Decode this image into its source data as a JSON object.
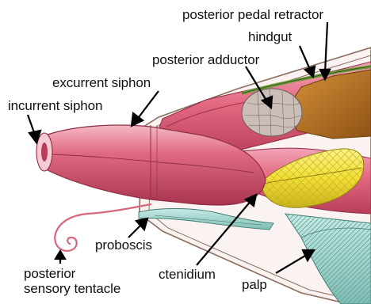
{
  "figure": {
    "labels": {
      "posterior_pedal_retractor": "posterior pedal retractor",
      "hindgut": "hindgut",
      "posterior_adductor": "posterior adductor",
      "excurrent_siphon": "excurrent siphon",
      "incurrent_siphon": "incurrent siphon",
      "proboscis": "proboscis",
      "ctenidium": "ctenidium",
      "palp": "palp",
      "posterior_sensory_tentacle": [
        "posterior",
        "sensory tentacle"
      ]
    },
    "colors": {
      "shell_outline": "#8a6e5e",
      "mantle_pink": "#e2677f",
      "mantle_pink_dark": "#b83d58",
      "mantle_pink_light": "#f4b6c3",
      "shell_interior": "#fbf3f1",
      "hindgut_brown": "#b8731f",
      "hindgut_green": "#6f9a3e",
      "adductor_gray": "#cbbdb8",
      "ctenidium_yellow": "#f5e64b",
      "ctenidium_dark": "#c7b21e",
      "gill_teal": "#9fd3cc",
      "tentacle_pink": "#d8677b",
      "arrow": "#000000"
    }
  }
}
